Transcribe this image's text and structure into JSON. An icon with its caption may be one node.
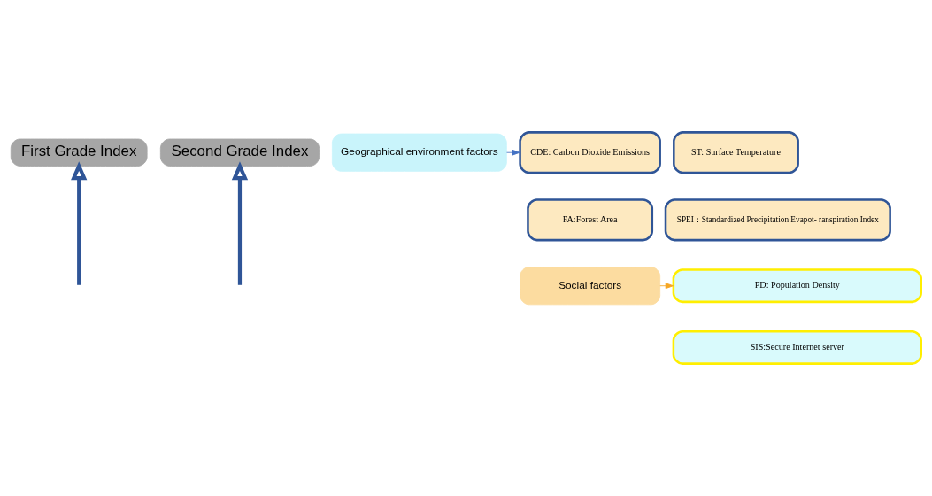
{
  "diagram": {
    "nodes": [
      {
        "text": [
          "First Grade Index"
        ]
      },
      {
        "text": [
          "Second Grade Index"
        ]
      },
      {
        "text": [
          "Geographical environment factors"
        ]
      },
      {
        "text": [
          "CDE: Carbon Dioxide Emissions"
        ]
      },
      {
        "text": [
          "ST: Surface Temperature"
        ]
      },
      {
        "text": [
          "FA:Forest Area"
        ]
      },
      {
        "text": [
          "SPEI：Standardized Precipitation Evapot- ranspiration Index"
        ]
      },
      {
        "text": [
          "Social factors"
        ]
      },
      {
        "text": [
          "PD: Population Density"
        ]
      },
      {
        "text": [
          "SIS:Secure Internet server"
        ]
      }
    ],
    "edges": [
      {
        "from": null,
        "to": 0,
        "arrow": "to",
        "style": "thick"
      },
      {
        "from": null,
        "to": 1,
        "arrow": "to",
        "style": "thick"
      },
      {
        "from": 2,
        "to": 3,
        "arrow": "to",
        "color": "#4472c4"
      },
      {
        "from": 7,
        "to": 8,
        "arrow": "to",
        "color": "#f5a623"
      }
    ]
  }
}
